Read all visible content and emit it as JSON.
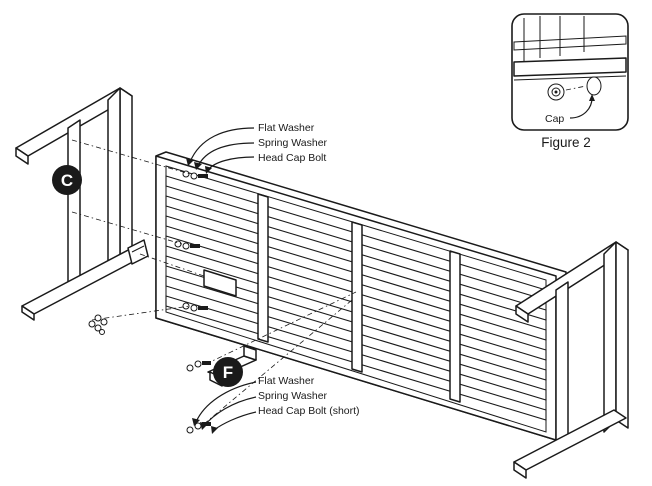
{
  "badges": {
    "c": "C",
    "f": "F"
  },
  "callouts_top": {
    "flat_washer": "Flat Washer",
    "spring_washer": "Spring Washer",
    "head_cap_bolt": "Head Cap Bolt"
  },
  "callouts_bottom": {
    "flat_washer": "Flat Washer",
    "spring_washer": "Spring Washer",
    "head_cap_bolt_short": "Head Cap Bolt (short)"
  },
  "figure2": {
    "title": "Figure 2",
    "cap_label": "Cap"
  },
  "colors": {
    "ink": "#1a1a1a",
    "paper": "#ffffff"
  }
}
